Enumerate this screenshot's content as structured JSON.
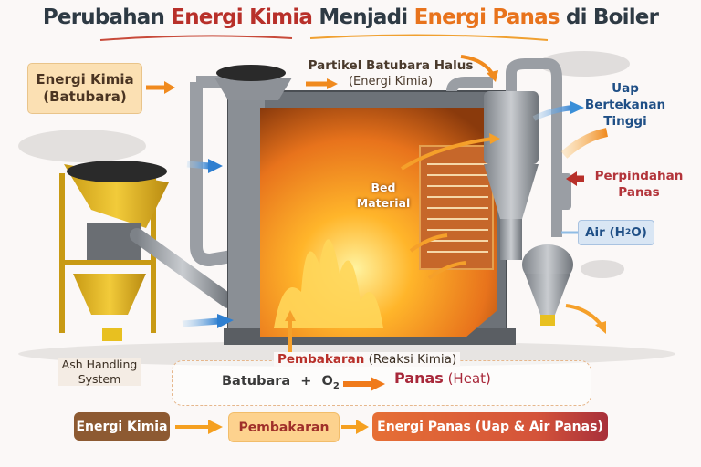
{
  "title": {
    "part1": "Perubahan ",
    "highlight1": "Energi Kimia",
    "part2": " Menjadi ",
    "highlight2": "Energi Panas",
    "part3": " di Boiler"
  },
  "labels": {
    "energi_kimia_box": {
      "line1": "Energi Kimia",
      "line2": "(Batubara)"
    },
    "partikel": {
      "line1": "Partikel Batubara Halus",
      "line2": "(Energi Kimia)"
    },
    "uap": {
      "line1": "Uap Bertekanan",
      "line2": "Tinggi"
    },
    "perpindahan": {
      "line1": "Perpindahan",
      "line2": "Panas"
    },
    "air": {
      "prefix": "Air (H",
      "sub": "2",
      "suffix": "O)"
    },
    "bed_material": {
      "line1": "Bed",
      "line2": "Material"
    },
    "ash_handling": {
      "line1": "Ash Handling",
      "line2": "System"
    }
  },
  "reaction": {
    "title_highlight": "Pembakaran",
    "title_rest": " (Reaksi Kimia)",
    "reactant1": "Batubara",
    "plus": "+",
    "reactant2": "O",
    "reactant2_sub": "2",
    "product": "Panas",
    "product_note": " (Heat)"
  },
  "flow": [
    {
      "label": "Energi Kimia"
    },
    {
      "label": "Pembakaran"
    },
    {
      "label": "Energi Panas (Uap & Air Panas)"
    }
  ],
  "colors": {
    "title_dark": "#2e3a44",
    "kimia_red": "#b8302a",
    "panas_orange": "#e8731c",
    "steam_blue": "#1f4f86",
    "arrow_orange": "#f08a1e",
    "arrow_blue": "#3a8fd8"
  }
}
